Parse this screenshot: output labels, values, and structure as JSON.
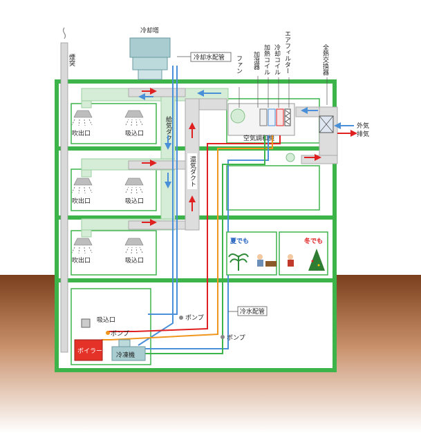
{
  "labels": {
    "cooling_tower": "冷却塔",
    "chimney": "煙突",
    "cooling_water_pipe": "冷却水配管",
    "fan": "ファン",
    "humidifier": "加湿器",
    "heating_coil": "加熱コイル",
    "cooling_coil": "冷却コイル",
    "air_filter": "エアフィルター",
    "heat_exchanger": "全熱交換器",
    "outside_air": "外気",
    "exhaust_air": "排気",
    "air_handler": "空気調和機",
    "supply_duct": "給気ダクト",
    "return_duct": "還気ダクト",
    "outlet_1": "吹出口",
    "inlet_1": "吸込口",
    "outlet_2": "吹出口",
    "inlet_2": "吸込口",
    "outlet_3": "吹出口",
    "inlet_3": "吸込口",
    "inlet_basement": "吸込口",
    "summer": "夏でも",
    "winter": "冬でも",
    "chilled_water_pipe": "冷水配管",
    "pump_1": "ポンプ",
    "pump_2": "ポンプ",
    "pump_3": "ポンプ",
    "boiler": "ボイラー",
    "chiller": "冷凍機"
  },
  "colors": {
    "building_frame": "#3cb44a",
    "duct_fill": "#d5ecd7",
    "ground_top": "#7a3f1c",
    "hot_pipe": "#e02020",
    "cold_pipe": "#4a90d9",
    "green_pipe": "#3cb44a",
    "orange_pipe": "#f0961e",
    "boiler_fill": "#e53228"
  }
}
